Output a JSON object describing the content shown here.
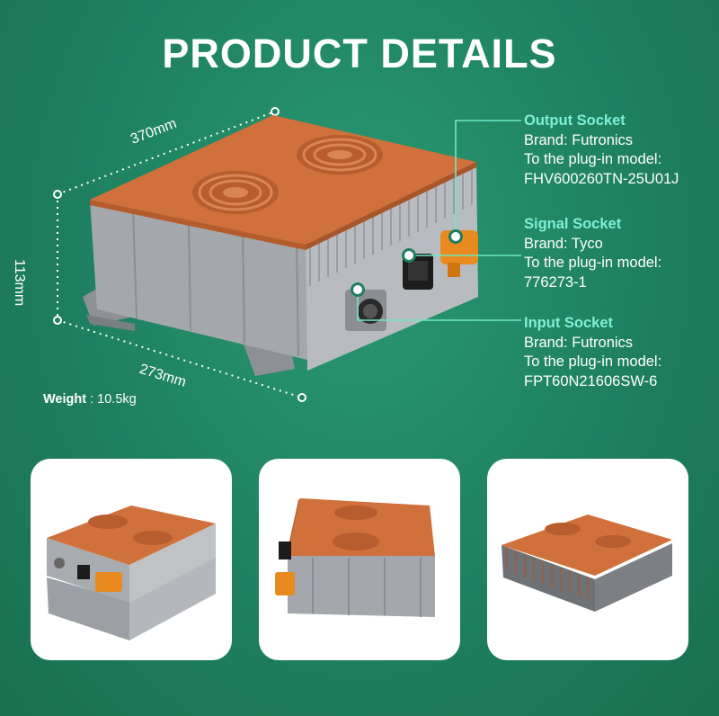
{
  "title": "PRODUCT DETAILS",
  "dimensions": {
    "length": "370mm",
    "height": "113mm",
    "width": "273mm"
  },
  "weight": {
    "label": "Weight",
    "separator": " : ",
    "value": "10.5kg"
  },
  "sockets": [
    {
      "name": "Output Socket",
      "brand": "Brand: Futronics",
      "model_label": "To the plug-in model:",
      "model": "FHV600260TN-25U01J"
    },
    {
      "name": "Signal Socket",
      "brand": "Brand: Tyco",
      "model_label": "To the plug-in model:",
      "model": "776273-1"
    },
    {
      "name": "Input Socket",
      "brand": "Brand: Futronics",
      "model_label": "To the plug-in model:",
      "model": "FPT60N21606SW-6"
    }
  ],
  "colors": {
    "background": "#1e7f60",
    "accent": "#7ff0d6",
    "lid": "#d0703a",
    "body": "#9a9ea2"
  }
}
